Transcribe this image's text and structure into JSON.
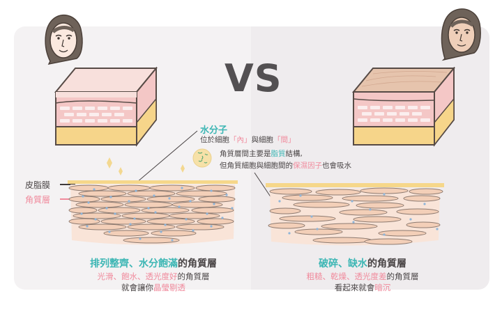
{
  "title": "VS",
  "colors": {
    "teal": "#3cb6b4",
    "pink": "#f08a9c",
    "text_dark": "#4a4546",
    "panel_left_bg": "#f4f2f3",
    "panel_right_bg": "#efecee",
    "sebum_yellow": "#f6d78a",
    "cell_fill": "#f3cfb8",
    "cell_stroke": "#8d7a70",
    "water_dot": "#8fb5d9"
  },
  "labels": {
    "sebum_film": "皮脂膜",
    "stratum_corneum": "角質層"
  },
  "annotation": {
    "water_title": "水分子",
    "water_desc": {
      "part1": "位於細胞",
      "inside": "「內」",
      "part2": "與細胞",
      "between": "「間」"
    },
    "lipid_line1": {
      "part1": "角質層間主要是",
      "lipid": "脂質",
      "part2": "結構,"
    },
    "lipid_line2": {
      "part1": "但角質細胞與細胞間的",
      "nmf": "保濕因子",
      "part2": "也會吸水"
    }
  },
  "left": {
    "face": "smiling-face-healthy",
    "cube": "healthy-skin-cube",
    "title": {
      "teal1": "排列整齊",
      "sep": "、",
      "teal2": "水分飽滿",
      "rest": "的角質層"
    },
    "line1": {
      "pink": "光滑、飽水、透光度好",
      "rest": "的角質層"
    },
    "line2": {
      "rest": "就會讓你",
      "pink": "晶瑩剔透"
    }
  },
  "right": {
    "face": "smiling-face-dull",
    "cube": "dry-skin-cube",
    "title": {
      "teal1": "破碎",
      "sep": "、",
      "teal2": "缺水",
      "rest": "的角質層"
    },
    "line1": {
      "pink": "粗糙、乾燥、透光度差",
      "rest": "的角質層"
    },
    "line2": {
      "rest": "看起來就會",
      "pink": "暗沉"
    }
  }
}
